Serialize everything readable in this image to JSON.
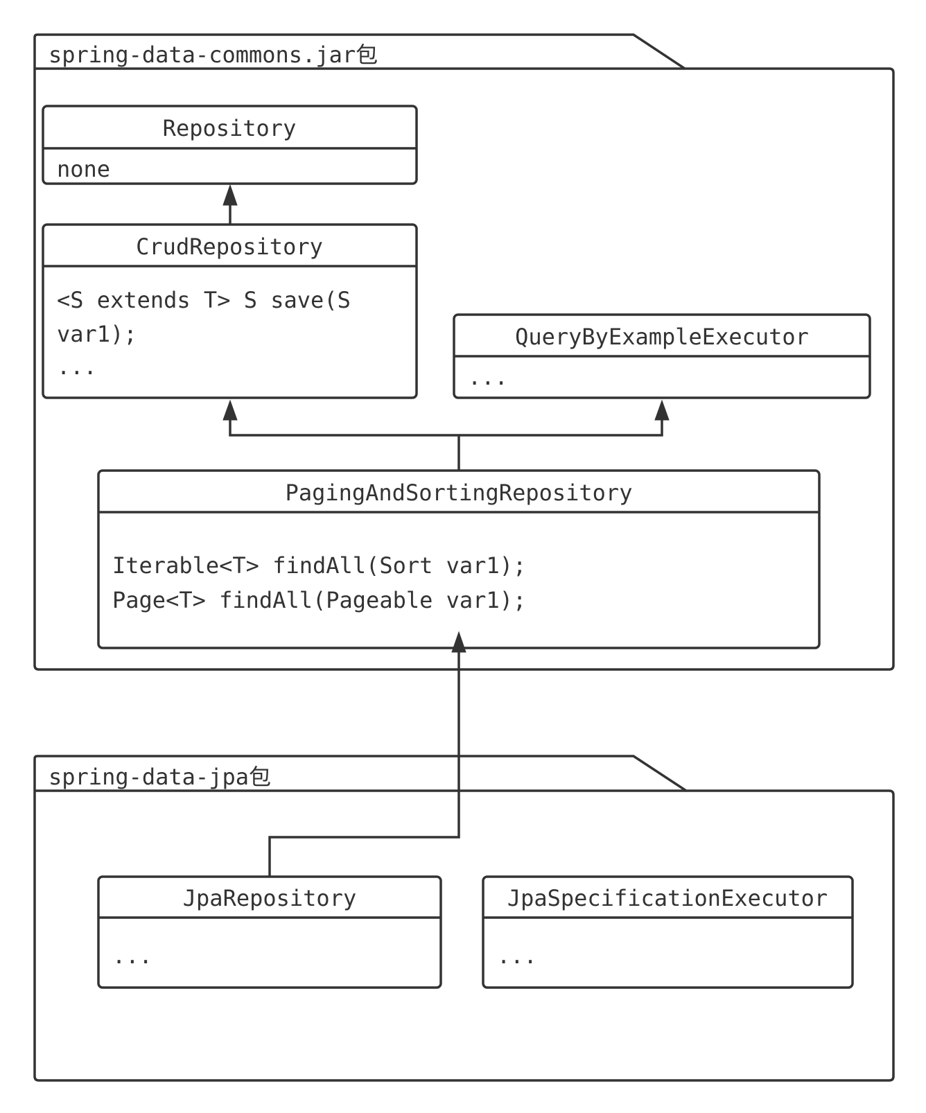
{
  "packages": [
    {
      "id": "commons",
      "label": "spring-data-commons.jar包"
    },
    {
      "id": "jpa",
      "label": "spring-data-jpa包"
    }
  ],
  "classes": [
    {
      "id": "repository",
      "title": "Repository",
      "body": [
        "none"
      ]
    },
    {
      "id": "crud",
      "title": "CrudRepository",
      "body": [
        "<S extends T> S save(S",
        "var1);",
        "..."
      ]
    },
    {
      "id": "qbe",
      "title": "QueryByExampleExecutor",
      "body": [
        "..."
      ]
    },
    {
      "id": "paging",
      "title": "PagingAndSortingRepository",
      "body": [
        "Iterable<T> findAll(Sort var1);",
        "Page<T> findAll(Pageable var1);"
      ]
    },
    {
      "id": "jparepo",
      "title": "JpaRepository",
      "body": [
        "..."
      ]
    },
    {
      "id": "jpaspec",
      "title": "JpaSpecificationExecutor",
      "body": [
        "..."
      ]
    }
  ],
  "relations": [
    {
      "from": "crud",
      "to": "repository",
      "type": "generalization"
    },
    {
      "from": "paging",
      "to": "crud",
      "type": "generalization"
    },
    {
      "from": "paging",
      "to": "qbe",
      "type": "generalization"
    },
    {
      "from": "jparepo",
      "to": "paging",
      "type": "generalization"
    }
  ]
}
